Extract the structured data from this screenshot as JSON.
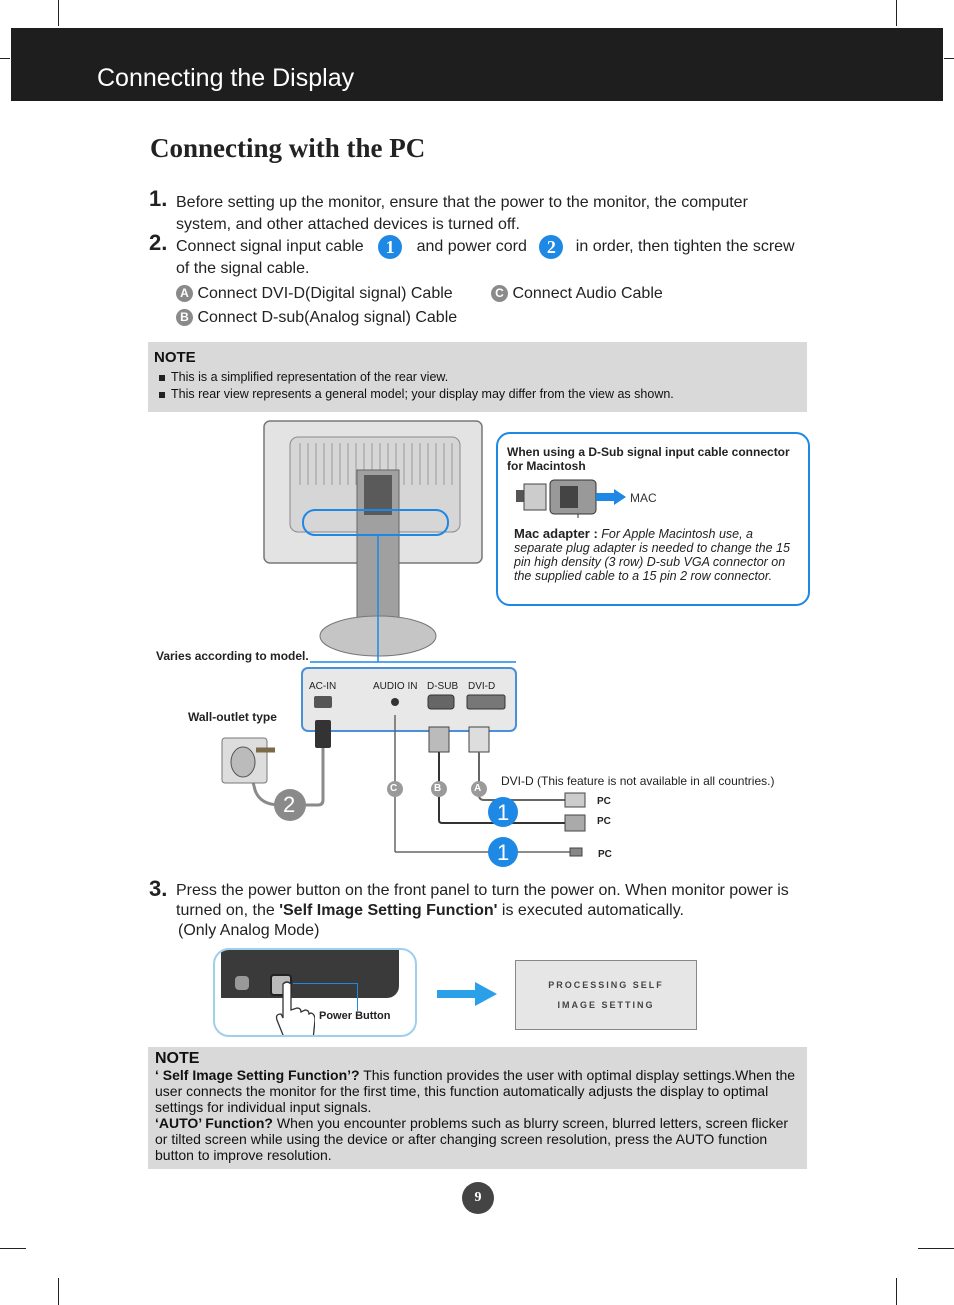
{
  "header": {
    "title": "Connecting the Display"
  },
  "section_title": "Connecting with the PC",
  "steps": {
    "step1": {
      "number": "1.",
      "line1": "Before setting up the monitor, ensure that the power to the monitor, the computer",
      "line2": "system, and other attached devices is turned off."
    },
    "step2": {
      "number": "2.",
      "text_a": "Connect signal input cable",
      "badge1": "1",
      "text_b": "and power cord",
      "badge2": "2",
      "text_c": "in order, then tighten the screw",
      "line2": "of the signal cable."
    },
    "options": [
      {
        "badge": "A",
        "label": "Connect DVI-D(Digital signal) Cable"
      },
      {
        "badge": "B",
        "label": "Connect D-sub(Analog signal) Cable"
      },
      {
        "badge": "C",
        "label": "Connect Audio Cable"
      }
    ],
    "step3": {
      "number": "3.",
      "line1": "Press the power button on the front panel to turn the power on. When monitor power is",
      "line2_a": "turned on, the ",
      "line2_bold": "'Self Image Setting Function'",
      "line2_b": " is executed automatically.",
      "line3": "(Only Analog Mode)"
    }
  },
  "note1": {
    "label": "NOTE",
    "items": [
      "This is a simplified representation of the rear view.",
      "This rear view represents a general model; your display may differ from the view as shown."
    ]
  },
  "diagram": {
    "mac_box": {
      "title": "When using a D-Sub signal input cable connector for Macintosh",
      "mac_label": "MAC",
      "adapter_label": "Mac adapter :",
      "adapter_text": "For Apple Macintosh use, a separate plug adapter is needed to change the 15 pin high density (3 row) D-sub VGA connector on the supplied cable to a 15 pin  2 row connector."
    },
    "varies": "Varies according to model.",
    "wall_outlet": "Wall-outlet type",
    "ports": {
      "ac_in": "AC-IN",
      "audio_in": "AUDIO IN",
      "d_sub": "D-SUB",
      "dvi_d": "DVI-D"
    },
    "dvi_note": "DVI-D (This feature is not available in all countries.)",
    "pc_labels": [
      "PC",
      "PC",
      "PC"
    ],
    "cable_letters": {
      "c": "C",
      "b": "B",
      "a": "A"
    },
    "numbers": {
      "power": "2",
      "signal": "1",
      "audio": "1"
    }
  },
  "power_panel": {
    "label": "Power Button",
    "screen_line1": "PROCESSING SELF",
    "screen_line2": "IMAGE SETTING"
  },
  "note2": {
    "label": "NOTE",
    "p1_bold": "‘ Self Image Setting Function’?",
    "p1_text": " This function provides the user with optimal display settings.When the user connects the monitor for the first time, this function automatically adjusts the display to optimal settings for individual input signals.",
    "p2_bold": "‘AUTO’ Function?",
    "p2_text": " When you encounter problems such as blurry screen, blurred letters, screen flicker or tilted screen while using the device or after changing screen resolution, press the AUTO function button to improve resolution."
  },
  "page_number": "9",
  "colors": {
    "accent_blue": "#1e88e5",
    "badge_gray": "#8a8a8a",
    "header_bg": "#1e1e1e",
    "note_bg": "#d9d9d9"
  }
}
